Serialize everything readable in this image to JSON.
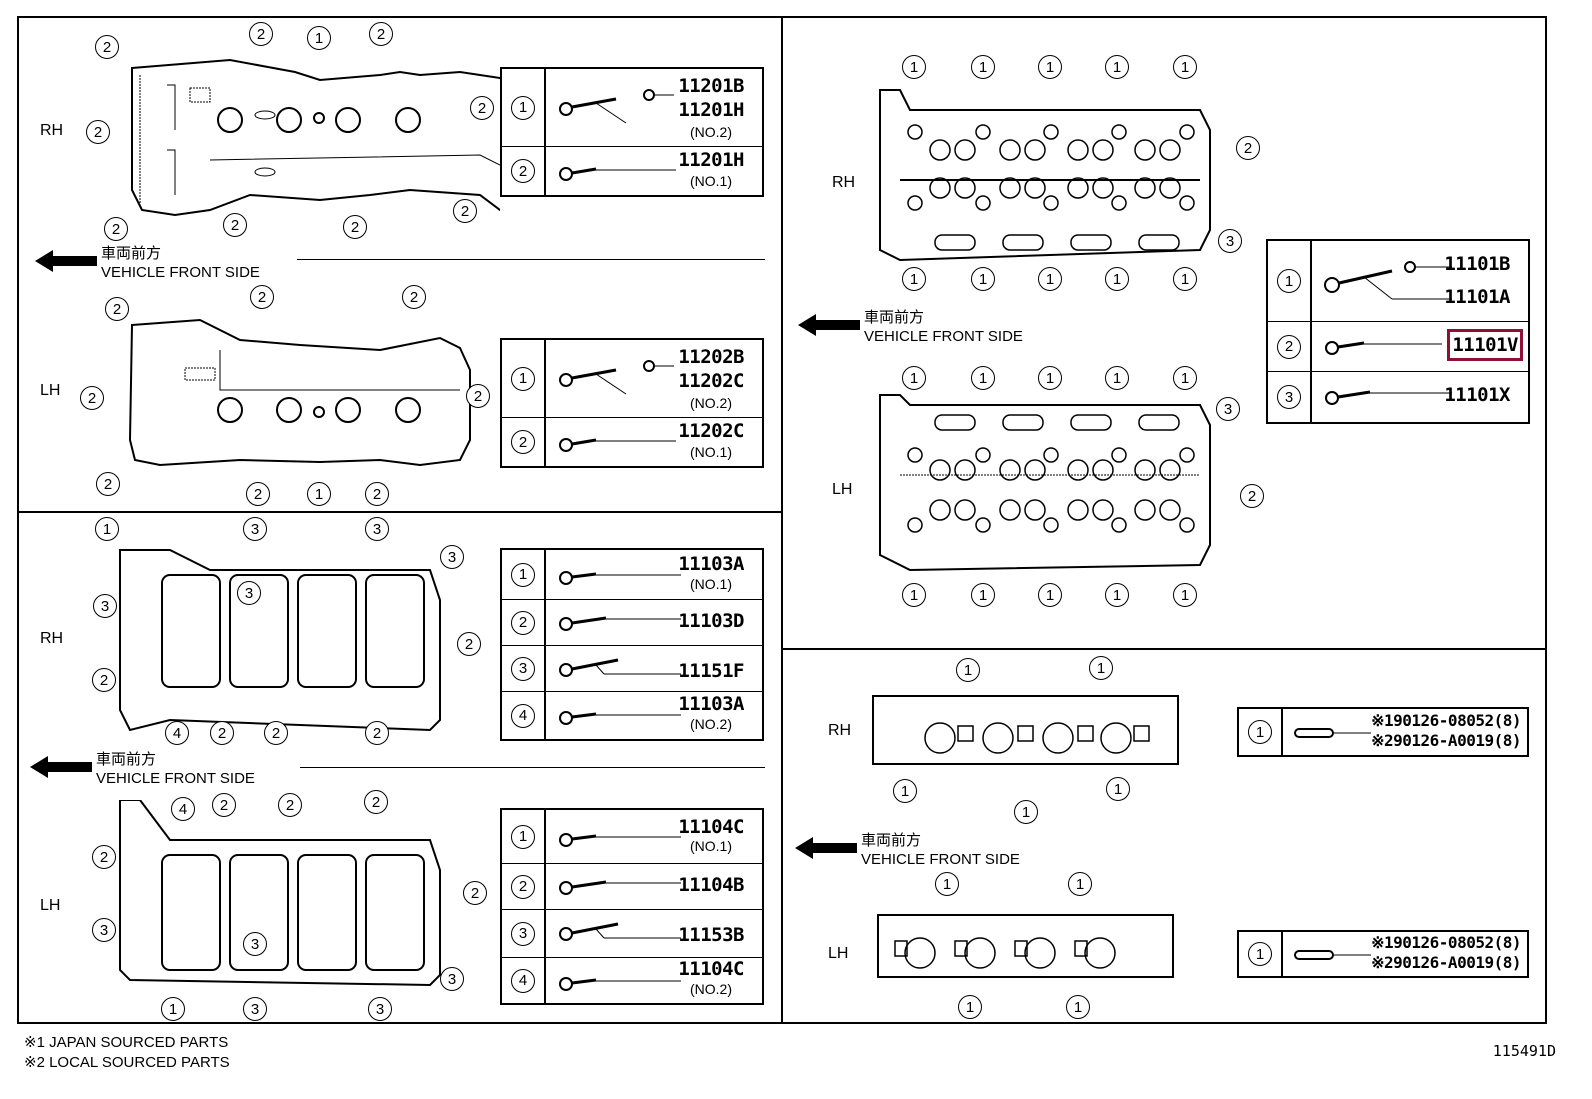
{
  "diagram_id": "115491D",
  "front_label": {
    "jp": "車両前方",
    "en": "VEHICLE FRONT SIDE"
  },
  "footnotes": [
    "※1 JAPAN SOURCED PARTS",
    "※2 LOCAL SOURCED PARTS"
  ],
  "panels": {
    "cam_cover": {
      "rh_label": "RH",
      "lh_label": "LH",
      "rh_callouts": [
        "2",
        "2",
        "1",
        "2",
        "2",
        "2",
        "2",
        "2",
        "2",
        "2"
      ],
      "lh_callouts": [
        "2",
        "2",
        "2",
        "2",
        "2",
        "2",
        "1",
        "2",
        "2"
      ],
      "rh_table": [
        {
          "num": "1",
          "codes": [
            "11201B",
            "11201H"
          ],
          "sub": "(NO.2)"
        },
        {
          "num": "2",
          "codes": [
            "11201H"
          ],
          "sub": "(NO.1)"
        }
      ],
      "lh_table": [
        {
          "num": "1",
          "codes": [
            "11202B",
            "11202C"
          ],
          "sub": "(NO.2)"
        },
        {
          "num": "2",
          "codes": [
            "11202C"
          ],
          "sub": "(NO.1)"
        }
      ]
    },
    "bearing_cap": {
      "rh_label": "RH",
      "lh_label": "LH",
      "rh_callouts": [
        "1",
        "3",
        "3",
        "3",
        "3",
        "3",
        "2",
        "2",
        "2",
        "2",
        "2",
        "4"
      ],
      "lh_callouts": [
        "4",
        "2",
        "2",
        "2",
        "2",
        "2",
        "3",
        "3",
        "3",
        "3",
        "3",
        "1"
      ],
      "rh_table": [
        {
          "num": "1",
          "codes": [
            "11103A"
          ],
          "sub": "(NO.1)"
        },
        {
          "num": "2",
          "codes": [
            "11103D"
          ],
          "sub": ""
        },
        {
          "num": "3",
          "codes": [
            "11151F"
          ],
          "sub": ""
        },
        {
          "num": "4",
          "codes": [
            "11103A"
          ],
          "sub": "(NO.2)"
        }
      ],
      "lh_table": [
        {
          "num": "1",
          "codes": [
            "11104C"
          ],
          "sub": "(NO.1)"
        },
        {
          "num": "2",
          "codes": [
            "11104B"
          ],
          "sub": ""
        },
        {
          "num": "3",
          "codes": [
            "11153B"
          ],
          "sub": ""
        },
        {
          "num": "4",
          "codes": [
            "11104C"
          ],
          "sub": "(NO.2)"
        }
      ]
    },
    "cylinder_head": {
      "rh_label": "RH",
      "lh_label": "LH",
      "callout_top": [
        "1",
        "1",
        "1",
        "1",
        "1"
      ],
      "callout_bottom": [
        "1",
        "1",
        "1",
        "1",
        "1"
      ],
      "side_callouts_rh": [
        "2",
        "3"
      ],
      "side_callouts_lh": [
        "3",
        "2"
      ],
      "table": [
        {
          "num": "1",
          "codes": [
            "11101B",
            "11101A"
          ],
          "highlight": false
        },
        {
          "num": "2",
          "codes": [
            "11101V"
          ],
          "highlight": true
        },
        {
          "num": "3",
          "codes": [
            "11101X"
          ],
          "highlight": false
        }
      ],
      "highlight_color": "#8f0f35"
    },
    "exhaust_stud": {
      "rh_label": "RH",
      "lh_label": "LH",
      "rh_table": [
        {
          "num": "1",
          "codes": [
            "※190126-08052(8)",
            "※290126-A0019(8)"
          ]
        }
      ],
      "lh_table": [
        {
          "num": "1",
          "codes": [
            "※190126-08052(8)",
            "※290126-A0019(8)"
          ]
        }
      ]
    }
  }
}
